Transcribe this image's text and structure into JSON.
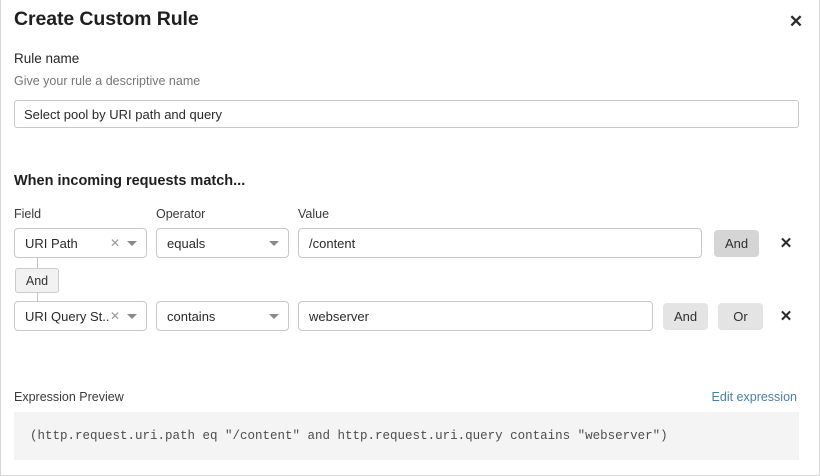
{
  "dialog": {
    "title": "Create Custom Rule",
    "close_icon": "close-icon"
  },
  "rule_name": {
    "label": "Rule name",
    "help": "Give your rule a descriptive name",
    "value": "Select pool by URI path and query",
    "placeholder": ""
  },
  "conditions": {
    "section_heading": "When incoming requests match...",
    "columns": {
      "field": "Field",
      "operator": "Operator",
      "value": "Value"
    },
    "connector": {
      "label": "And"
    },
    "rows": [
      {
        "field": "URI Path",
        "operator": "equals",
        "value": "/content",
        "and_label": "And",
        "and_state": "active",
        "or_label": "",
        "delete_icon": "delete-icon",
        "clear_icon": "clear-icon",
        "caret_icon": "chevron-down-icon"
      },
      {
        "field": "URI Query St...",
        "operator": "contains",
        "value": "webserver",
        "and_label": "And",
        "and_state": "idle",
        "or_label": "Or",
        "or_state": "idle",
        "delete_icon": "delete-icon",
        "clear_icon": "clear-icon",
        "caret_icon": "chevron-down-icon"
      }
    ]
  },
  "expression": {
    "label": "Expression Preview",
    "edit_link": "Edit expression",
    "text": "(http.request.uri.path eq \"/content\" and http.request.uri.query contains \"webserver\")"
  },
  "colors": {
    "link": "#4a7fa5",
    "button_active": "#d5d5d5",
    "button_idle": "#e4e4e4",
    "preview_bg": "#f4f4f4"
  }
}
